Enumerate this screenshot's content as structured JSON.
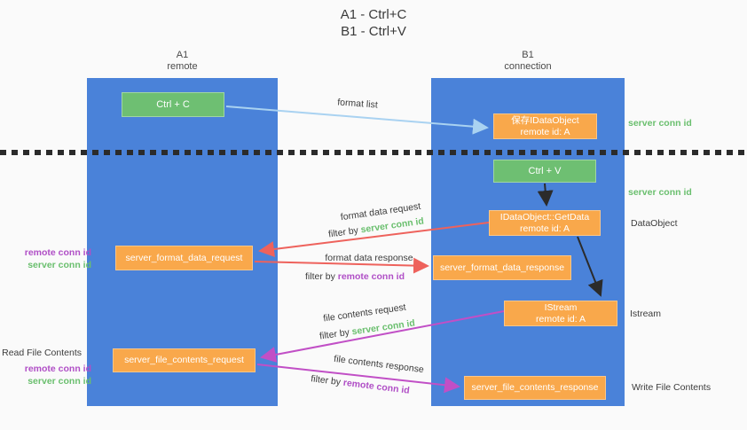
{
  "title": {
    "line1": "A1 - Ctrl+C",
    "line2": "B1 - Ctrl+V"
  },
  "lifelines": {
    "a1": {
      "id": "A1",
      "role": "remote"
    },
    "b1": {
      "id": "B1",
      "role": "connection"
    }
  },
  "boxes": {
    "ctrl_c": {
      "label": "Ctrl + C"
    },
    "ctrl_v": {
      "label": "Ctrl + V"
    },
    "save_dataobject": {
      "line1": "保存IDataObject",
      "line2": "remote id: A"
    },
    "getdata": {
      "line1": "IDataObject::GetData",
      "line2": "remote id: A"
    },
    "istream": {
      "line1": "IStream",
      "line2": "remote id: A"
    },
    "server_format_data_request": {
      "label": "server_format_data_request"
    },
    "server_format_data_response": {
      "label": "server_format_data_response"
    },
    "server_file_contents_request": {
      "label": "server_file_contents_request"
    },
    "server_file_contents_response": {
      "label": "server_file_contents_response"
    }
  },
  "arrow_labels": {
    "format_list": "format list",
    "format_data_request": "format data request",
    "format_data_response": "format data response",
    "file_contents_request": "file contents request",
    "file_contents_response": "file contents response",
    "filter_by": "filter by ",
    "server_conn_id": "server conn id",
    "remote_conn_id": "remote conn id"
  },
  "side_labels": {
    "right_server_conn_id_top": "server conn id",
    "right_server_conn_id_mid": "server conn id",
    "right_dataobject": "DataObject",
    "right_istream": "Istream",
    "right_write_file_contents": "Write File Contents",
    "left_remote_conn_id_1": "remote conn id",
    "left_server_conn_id_1": "server conn id",
    "left_read_file_contents": "Read File Contents",
    "left_remote_conn_id_2": "remote conn id",
    "left_server_conn_id_2": "server conn id"
  },
  "colors": {
    "lifeline": "#4a82d9",
    "orange": "#f9a84b",
    "green": "#6ebf72",
    "arrow_lightblue": "#a9d2f1",
    "arrow_red": "#ee625c",
    "arrow_magenta": "#c14fc6",
    "arrow_black": "#2b2b2b",
    "text_green": "#6abf6e",
    "text_purple": "#b04fc6"
  }
}
